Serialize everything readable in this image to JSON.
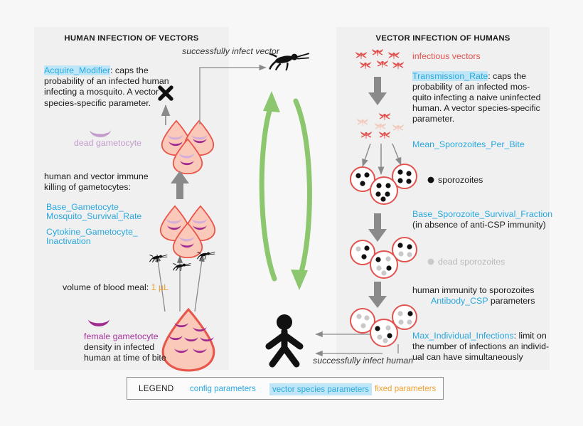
{
  "panels": {
    "left": {
      "title": "HUMAN INFECTION OF VECTORS"
    },
    "right": {
      "title": "VECTOR INFECTION OF HUMANS"
    }
  },
  "left_panel": {
    "acquire_modifier": {
      "param": "Acquire_Modifier",
      "text": ": caps the probability of an infected human infecting a mosquito. A vector species-specific parameter."
    },
    "dead_gametocyte_label": "dead gametocyte",
    "immune_killing_heading_line1": "human and vector immune",
    "immune_killing_heading_line2": "killing of gametocytes:",
    "param_base_gametocyte_line1": "Base_Gametocyte_",
    "param_base_gametocyte_line2": "Mosquito_Survival_Rate",
    "param_cytokine_line1": "Cytokine_Gametocyte_",
    "param_cytokine_line2": "Inactivation",
    "blood_meal_label": "volume of blood meal: ",
    "blood_meal_value": "1 µL",
    "female_gametocyte_label": "female gametocyte",
    "female_gametocyte_desc_line1": "density in infected",
    "female_gametocyte_desc_line2": "human at time of bite"
  },
  "center": {
    "infect_vector_label": "successfully infect vector",
    "infect_human_label": "successfully infect human"
  },
  "right_panel": {
    "infectious_vectors_label": "infectious vectors",
    "transmission_rate": {
      "param": "Transmission_Rate",
      "line1": ": caps the",
      "line2": "probability of an infected mos-",
      "line3": "quito infecting a naive uninfected",
      "line4": "human. A vector species-specific",
      "line5": "parameter."
    },
    "param_mean_sporozoites": "Mean_Sporozoites_Per_Bite",
    "sporozoites_label": "sporozoites",
    "param_base_sporozoite": "Base_Sporozoite_Survival_Fraction",
    "base_sporozoite_note": "(in absence of anti-CSP immunity)",
    "dead_sporozoites_label": "dead sporozoites",
    "human_immunity_line": "human immunity to sporozoites",
    "param_antibody_csp": "Antibody_CSP",
    "antibody_csp_suffix": " parameters",
    "max_individual_infections": {
      "param": "Max_Individual_Infections",
      "line1": ": limit on",
      "line2": "the number of infections an individ-",
      "line3": "ual can have simultaneously"
    }
  },
  "legend": {
    "title": "LEGEND",
    "config": "config parameters",
    "vector_species": "vector species parameters",
    "fixed": "fixed parameters"
  },
  "colors": {
    "config_param": "#29a8e0",
    "vector_param_bg": "#bfe6f7",
    "fixed_param": "#f0a030",
    "panel_bg": "#f0f0f0",
    "page_bg": "#f7f7f7",
    "droplet_fill": "#fbc9b9",
    "droplet_stroke": "#e8554a",
    "gametocyte_dark": "#a02a8f",
    "gametocyte_dead": "#d3aed8",
    "mosquito_red": "#e2524f",
    "mosquito_faded": "#f3c9bd",
    "cycle_arrow": "#8cc66e",
    "grey_arrow": "#8a8a8a",
    "sporozoite_live": "#111111",
    "sporozoite_dead": "#c9c9c9"
  }
}
